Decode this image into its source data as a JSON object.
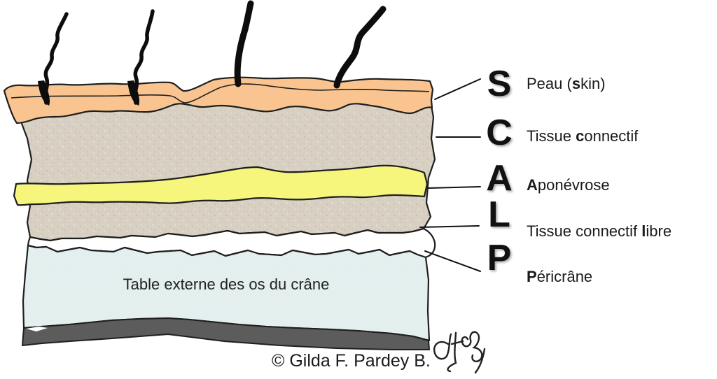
{
  "scalp_legend": {
    "items": [
      {
        "letter": "S",
        "label_pre": "Peau (",
        "label_bold": "s",
        "label_post": "kin)"
      },
      {
        "letter": "C",
        "label_pre": "Tissue ",
        "label_bold": "c",
        "label_post": "onnectif"
      },
      {
        "letter": "A",
        "label_pre": "",
        "label_bold": "A",
        "label_post": "ponévrose"
      },
      {
        "letter": "L",
        "label_pre": "Tissue connectif ",
        "label_bold": "l",
        "label_post": "ibre"
      },
      {
        "letter": "P",
        "label_pre": "",
        "label_bold": "P",
        "label_post": "éricrâne"
      }
    ]
  },
  "diagram": {
    "bone_label": "Table externe des os du crâne",
    "hair_count": 4,
    "outline_color": "#1f1f1f",
    "layers": [
      {
        "name": "peau-skin",
        "color": "#f9c48f"
      },
      {
        "name": "tissue-connectif",
        "color": "#d8d0c3"
      },
      {
        "name": "aponevrose",
        "color": "#f6f57c"
      },
      {
        "name": "tissue-connectif-libre",
        "color": "#d8d0c3"
      },
      {
        "name": "pericrane",
        "color": "#ffffff"
      },
      {
        "name": "table-externe-os-crane",
        "color": "#dfeceb"
      },
      {
        "name": "table-interne-base",
        "color": "#5c5c5c"
      }
    ]
  },
  "footer": {
    "credit": "© Gilda F. Pardey B."
  }
}
